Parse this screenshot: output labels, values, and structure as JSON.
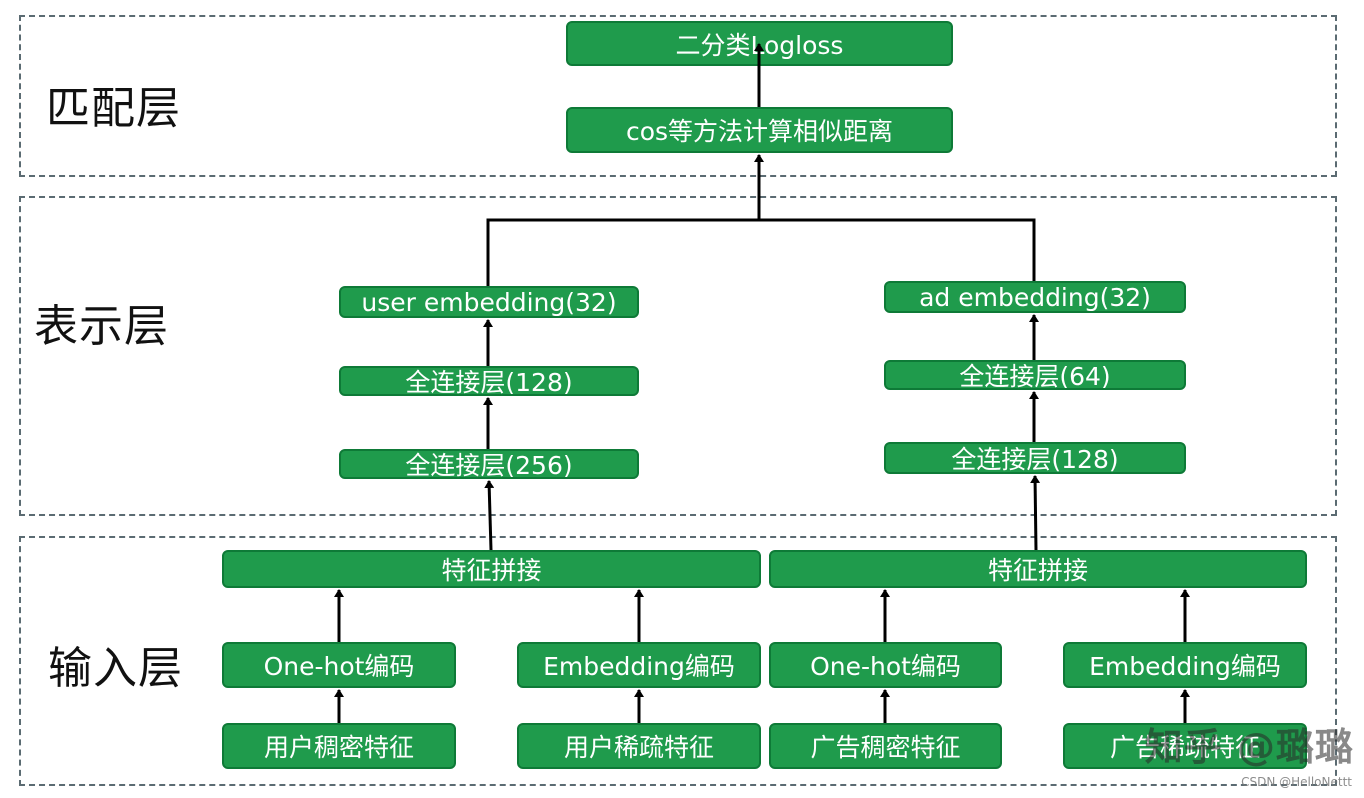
{
  "layers": {
    "match": "匹配层",
    "representation": "表示层",
    "input": "输入层"
  },
  "nodes": {
    "logloss": "二分类Logloss",
    "similarity": "cos等方法计算相似距离",
    "user_embedding": "user embedding(32)",
    "user_fc128": "全连接层(128)",
    "user_fc256": "全连接层(256)",
    "ad_embedding": "ad embedding(32)",
    "ad_fc64": "全连接层(64)",
    "ad_fc128": "全连接层(128)",
    "user_concat": "特征拼接",
    "ad_concat": "特征拼接",
    "user_onehot": "One-hot编码",
    "user_emb_enc": "Embedding编码",
    "ad_onehot": "One-hot编码",
    "ad_emb_enc": "Embedding编码",
    "user_dense": "用户稠密特征",
    "user_sparse": "用户稀疏特征",
    "ad_dense": "广告稠密特征",
    "ad_sparse": "广告稀疏特征"
  },
  "watermark": {
    "main": "知乎 @璐璐",
    "small": "CSDN @HelloNettt"
  },
  "colors": {
    "node_fill": "#1f9b4c",
    "node_border": "#0e7a37",
    "layer_border": "#5b6b72",
    "arrow": "#000000"
  }
}
